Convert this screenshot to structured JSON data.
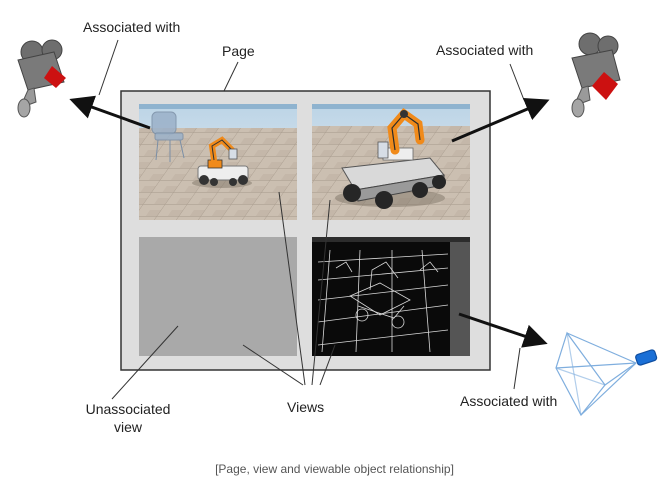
{
  "labels": {
    "page": "Page",
    "associated_top_left": "Associated with",
    "associated_top_right": "Associated with",
    "associated_bottom_right": "Associated with",
    "unassociated_view_line1": "Unassociated",
    "unassociated_view_line2": "view",
    "views": "Views"
  },
  "caption": "[Page, view and viewable object relationship]",
  "colors": {
    "page_fill": "#dedede",
    "page_border": "#333333",
    "unassociated_view": "#a9a9a9",
    "wireframe_bg": "#0a0a0a",
    "wireframe_lines": "#e6e6e6",
    "camera_body": "#777777",
    "camera_accent": "#cc1111",
    "perspective_camera_lines": "#7faede",
    "perspective_camera_lens": "#1a6fd6",
    "robot_orange": "#f08a1a",
    "floor": "#c9bfb2",
    "sky": "#cfe1ef"
  },
  "icons": {
    "top_left_camera": "movie-camera-icon",
    "top_right_camera": "movie-camera-icon",
    "bottom_right_camera": "perspective-camera-icon"
  }
}
